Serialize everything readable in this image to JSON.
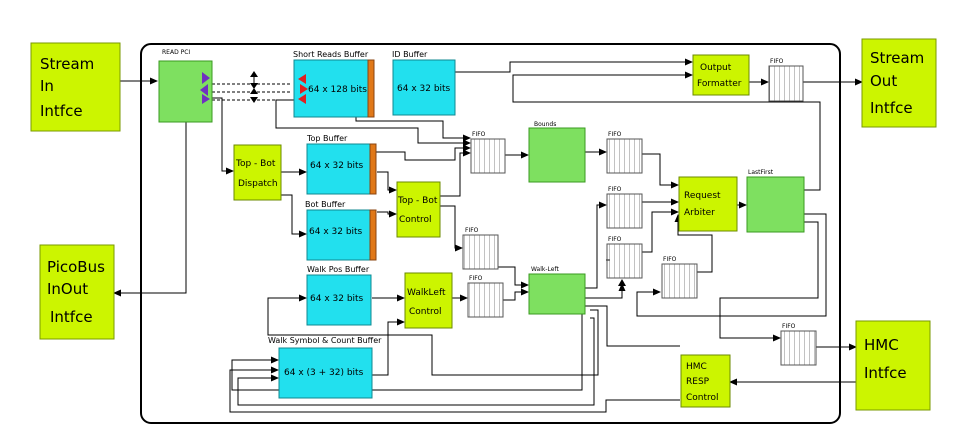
{
  "colors": {
    "io": "#ccf500",
    "io_stroke": "#7a9a00",
    "control": "#ccf500",
    "control_stroke": "#6b8a00",
    "green_block": "#7ee060",
    "green_stroke": "#3a9a20",
    "buffer": "#22e0ee",
    "buffer_stroke": "#108890",
    "orange_bar": "#e07818",
    "purple_arrow": "#7030c0",
    "red_arrow": "#e02020"
  },
  "io": {
    "stream_in": [
      "Stream",
      "In",
      "Intfce"
    ],
    "stream_out": [
      "Stream",
      "Out",
      "Intfce"
    ],
    "picobus": [
      "PicoBus",
      "InOut",
      "Intfce"
    ],
    "hmc": [
      "HMC",
      "Intfce"
    ]
  },
  "read_pci": {
    "title": "READ PCI"
  },
  "buffers": {
    "short_reads": {
      "title": "Short Reads Buffer",
      "size": "64 x 128 bits"
    },
    "id": {
      "title": "ID Buffer",
      "size": "64 x 32 bits"
    },
    "top": {
      "title": "Top Buffer",
      "size": "64 x 32 bits"
    },
    "bot": {
      "title": "Bot Buffer",
      "size": "64 x 32 bits"
    },
    "walk_pos": {
      "title": "Walk Pos Buffer",
      "size": "64 x 32 bits"
    },
    "walk_symbol": {
      "title": "Walk Symbol  & Count Buffer",
      "size": "64 x (3 + 32) bits"
    }
  },
  "controls": {
    "output_formatter": [
      "Output",
      "Formatter"
    ],
    "top_bot_dispatch": [
      "Top - Bot",
      "Dispatch"
    ],
    "top_bot_control": [
      "Top - Bot",
      "Control"
    ],
    "walkleft_control": [
      "WalkLeft",
      "Control"
    ],
    "request_arbiter": [
      "Request",
      "Arbiter"
    ],
    "hmc_resp_control": [
      "HMC",
      "RESP",
      "Control"
    ]
  },
  "blocks": {
    "bounds": "Bounds",
    "walk_left": "Walk-Left",
    "lastfirst": "LastFirst"
  },
  "fifo_label": "FIFO"
}
